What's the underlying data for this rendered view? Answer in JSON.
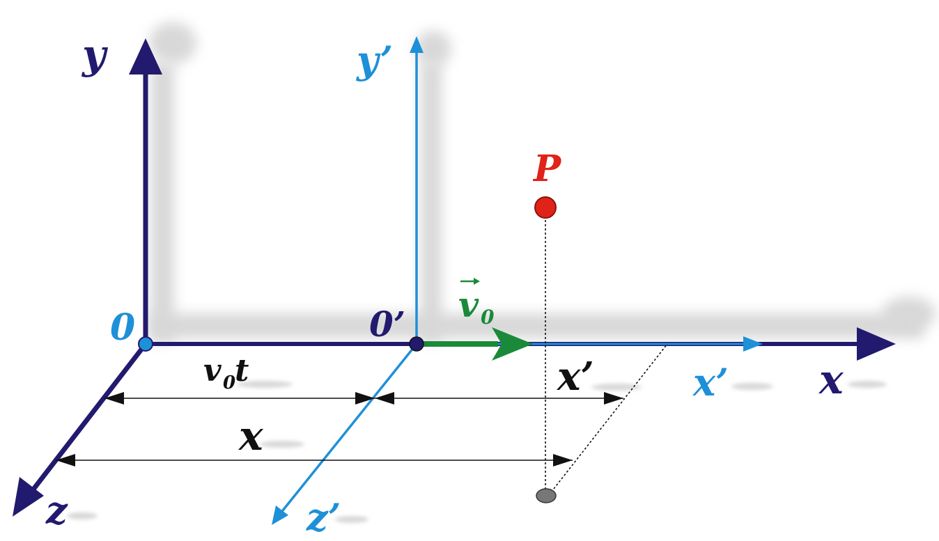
{
  "labels": {
    "y": "y",
    "y_prime": "y’",
    "x": "x",
    "x_prime": "x’",
    "z": "z",
    "z_prime": "z’",
    "origin": "0",
    "origin_prime": "0’",
    "point": "P",
    "velocity": "v",
    "velocity_sub": "0",
    "vt_v": "v",
    "vt_sub": "0",
    "vt_t": "t",
    "dim_x_prime": "x’",
    "dim_x": "x"
  },
  "colors": {
    "primary_frame": "#221a6e",
    "moving_frame": "#1e90d8",
    "velocity": "#1a8a3a",
    "point": "#e02318",
    "projection": "#666666",
    "dimension": "#111111",
    "shadow": "#b8b8b8"
  }
}
